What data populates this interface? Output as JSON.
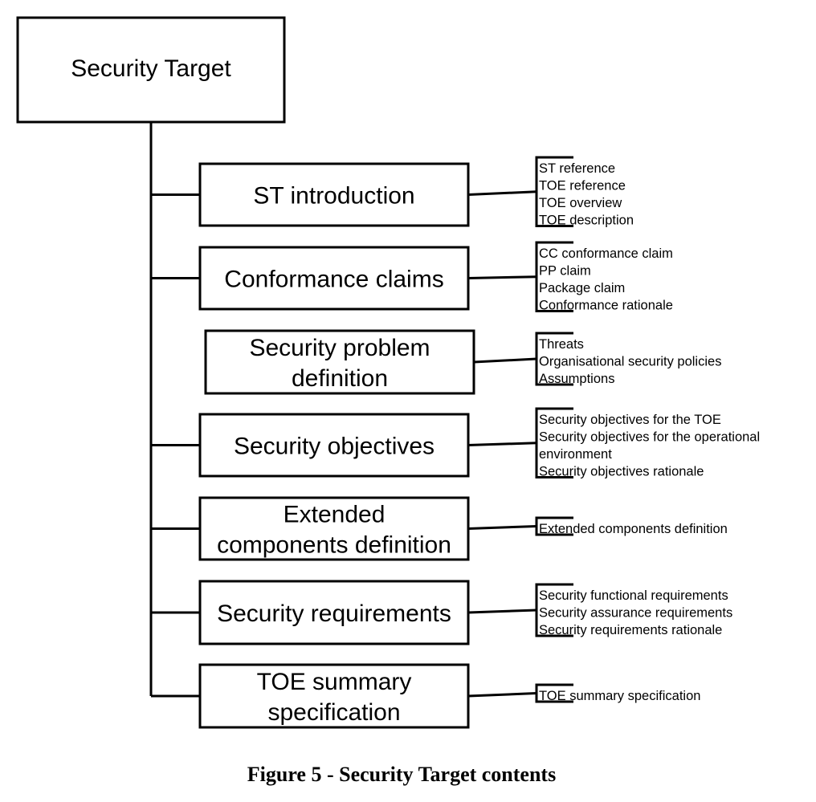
{
  "root": {
    "label": "Security Target"
  },
  "sections": [
    {
      "title": [
        "ST introduction"
      ],
      "items": [
        "ST reference",
        "TOE reference",
        "TOE overview",
        "TOE description"
      ]
    },
    {
      "title": [
        "Conformance claims"
      ],
      "items": [
        "CC conformance claim",
        "PP claim",
        "Package claim",
        "Conformance rationale"
      ]
    },
    {
      "title": [
        "Security problem",
        "definition"
      ],
      "items": [
        "Threats",
        "Organisational security policies",
        "Assumptions"
      ]
    },
    {
      "title": [
        "Security objectives"
      ],
      "items": [
        "Security objectives for the TOE",
        "Security objectives for the operational",
        "environment",
        "Security objectives rationale"
      ]
    },
    {
      "title": [
        "Extended",
        "components definition"
      ],
      "items": [
        "Extended components definition"
      ]
    },
    {
      "title": [
        "Security requirements"
      ],
      "items": [
        "Security functional requirements",
        "Security assurance requirements",
        "Security requirements rationale"
      ]
    },
    {
      "title": [
        "TOE summary",
        "specification"
      ],
      "items": [
        "TOE summary specification"
      ]
    }
  ],
  "caption": "Figure 5 - Security Target contents"
}
